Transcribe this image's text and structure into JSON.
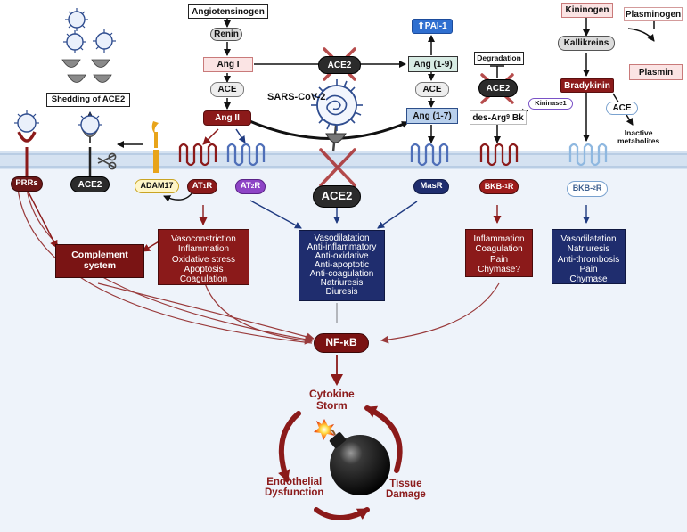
{
  "nodes": {
    "angiotensinogen": "Angiotensinogen",
    "renin": "Renin",
    "ang1": "Ang I",
    "ace_a": "ACE",
    "ang2": "Ang II",
    "ace2_top": "ACE2",
    "sars_cov2": "SARS-CoV-2",
    "pai1": "⇧PAI-1",
    "ang19": "Ang (1-9)",
    "ace_b": "ACE",
    "ang17": "Ang (1-7)",
    "degradation": "Degradation",
    "ace2_deg": "ACE2",
    "kininase1": "Kininase1",
    "des_arg_prefix": "des-Arg",
    "des_arg_sub": "9",
    "des_arg_suffix": " Bk",
    "kininogen": "Kininogen",
    "plasminogen": "Plasminogen",
    "kallikreins": "Kallikreins",
    "plasmin": "Plasmin",
    "bradykinin": "Bradykinin",
    "ace_c": "ACE",
    "inactive_metabolites_1": "Inactive",
    "inactive_metabolites_2": "metabolites",
    "shedding": "Shedding of ACE2"
  },
  "receptors": {
    "prrs": "PRRs",
    "ace2_membrane": "ACE2",
    "adam17": "ADAM17",
    "at1r_prefix": "AT",
    "at1r_sub": "1",
    "at1r_suffix": "R",
    "at2r_prefix": "AT",
    "at2r_sub": "2",
    "at2r_suffix": "R",
    "ace2_center": "ACE2",
    "masr": "MasR",
    "bkb1r_prefix": "BKB-",
    "bkb1r_sub": "1",
    "bkb1r_suffix": "R",
    "bkb2r_prefix": "BKB-",
    "bkb2r_sub": "2",
    "bkb2r_suffix": "R"
  },
  "effects": {
    "complement_1": "Complement",
    "complement_2": "system",
    "at1_effects": [
      "Vasoconstriction",
      "Inflammation",
      "Oxidative stress",
      "Apoptosis",
      "Coagulation"
    ],
    "ace2_effects": [
      "Vasodilatation",
      "Anti-inflammatory",
      "Anti-oxidative",
      "Anti-apoptotic",
      "Anti-coagulation",
      "Natriuresis",
      "Diuresis"
    ],
    "bkb1_effects": [
      "Inflammation",
      "Coagulation",
      "Pain",
      "Chymase?"
    ],
    "bkb2_effects": [
      "Vasodilatation",
      "Natriuresis",
      "Anti-thrombosis",
      "Pain",
      "Chymase"
    ]
  },
  "outcome": {
    "nfkb": "NF-κB",
    "cytokine_1": "Cytokine",
    "cytokine_2": "Storm",
    "endothelial_1": "Endothelial",
    "endothelial_2": "Dysfunction",
    "tissue_1": "Tissue",
    "tissue_2": "Damage"
  },
  "colors": {
    "maroon": "#8b1a1a",
    "navy": "#1f2d6e",
    "membrane": "#d5e2f1",
    "cytoplasm": "#eef3fa",
    "dark_red_arrow": "#8b1a1a",
    "blue_arrow": "#1f3a80"
  }
}
